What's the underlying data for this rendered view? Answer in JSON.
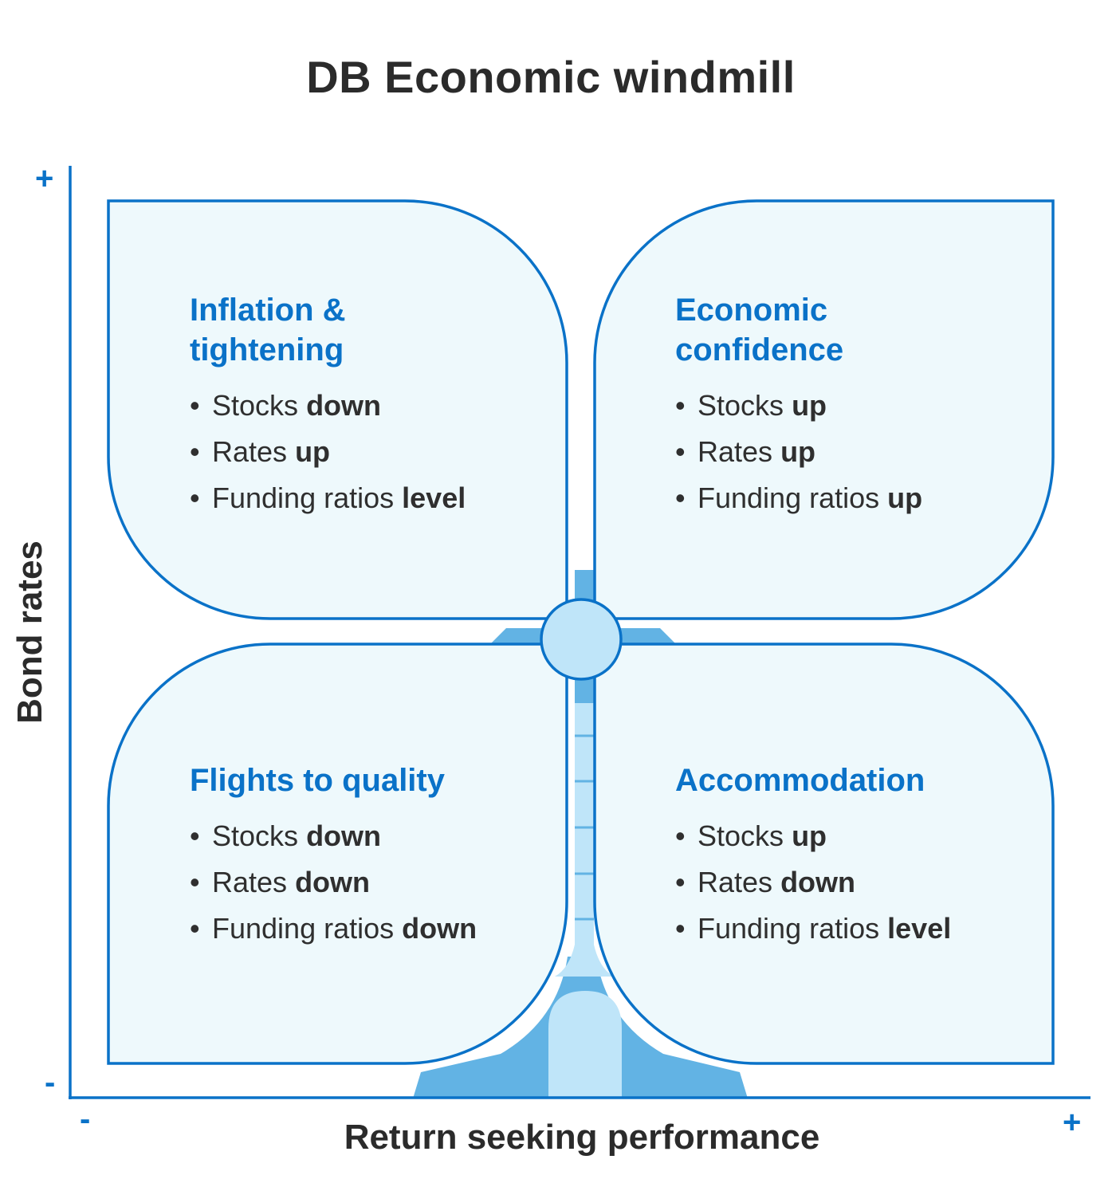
{
  "title": "DB Economic windmill",
  "axes": {
    "x_label": "Return seeking performance",
    "y_label": "Bond rates",
    "x_min_sign": "-",
    "x_max_sign": "+",
    "y_min_sign": "-",
    "y_max_sign": "+"
  },
  "colors": {
    "accent": "#0a72c8",
    "blade_fill": "#eef9fc",
    "tower": "#62b3e4",
    "tower_light": "#bfe5f9",
    "text": "#2f2f2f"
  },
  "quadrants": [
    {
      "id": "top-left",
      "title": "Inflation & tightening",
      "items": [
        {
          "label": "Stocks",
          "value": "down"
        },
        {
          "label": "Rates",
          "value": "up"
        },
        {
          "label": "Funding ratios",
          "value": "level"
        }
      ]
    },
    {
      "id": "top-right",
      "title": "Economic confidence",
      "items": [
        {
          "label": "Stocks",
          "value": "up"
        },
        {
          "label": "Rates",
          "value": "up"
        },
        {
          "label": "Funding ratios",
          "value": "up"
        }
      ]
    },
    {
      "id": "bottom-left",
      "title": "Flights to quality",
      "items": [
        {
          "label": "Stocks",
          "value": "down"
        },
        {
          "label": "Rates",
          "value": "down"
        },
        {
          "label": "Funding ratios",
          "value": "down"
        }
      ]
    },
    {
      "id": "bottom-right",
      "title": "Accommodation",
      "items": [
        {
          "label": "Stocks",
          "value": "up"
        },
        {
          "label": "Rates",
          "value": "down"
        },
        {
          "label": "Funding ratios",
          "value": "level"
        }
      ]
    }
  ]
}
